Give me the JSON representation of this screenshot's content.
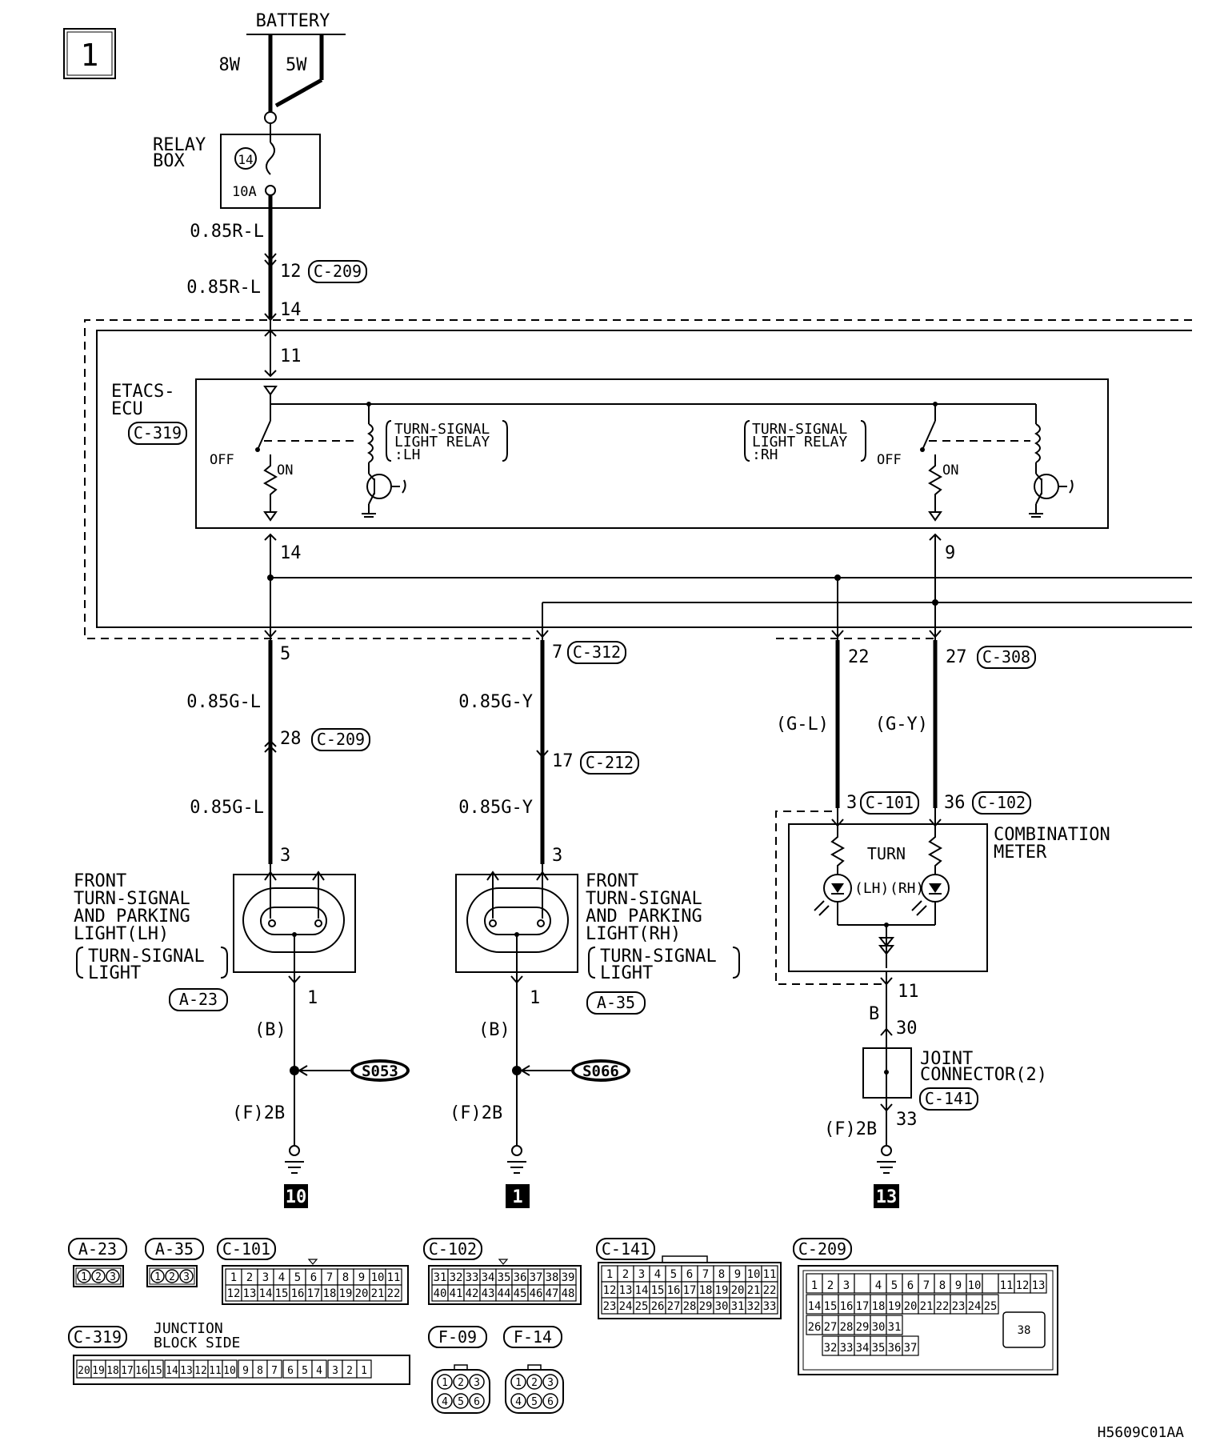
{
  "page_number": "1",
  "figure_code": "H5609C01AA",
  "power": {
    "battery": "BATTERY",
    "fusible_links": [
      "8W",
      "5W"
    ],
    "relay_box": [
      "RELAY",
      "BOX"
    ],
    "fuse_number": "14",
    "fuse_rating": "10A",
    "wire_top": "0.85R-L",
    "wire_bottom": "0.85R-L",
    "pin_a": "12",
    "connector_a": "C-209",
    "pin_b": "14",
    "pin_c": "11"
  },
  "etacs": {
    "name": [
      "ETACS-",
      "ECU"
    ],
    "connector": "C-319",
    "relay_lh": [
      "TURN-SIGNAL",
      "LIGHT RELAY",
      ":LH"
    ],
    "relay_rh": [
      "TURN-SIGNAL",
      "LIGHT RELAY",
      ":RH"
    ],
    "off": "OFF",
    "on": "ON",
    "out_lh_pin": "14",
    "out_rh_pin": "9"
  },
  "lh_branch": {
    "pin_top": "5",
    "wire1": "0.85G-L",
    "pin_mid": "28",
    "connector_mid": "C-209",
    "wire2": "0.85G-L",
    "pin_lamp": "3",
    "lamp_name": [
      "FRONT",
      "TURN-SIGNAL",
      "AND PARKING",
      "LIGHT(LH)"
    ],
    "lamp_sub": [
      "TURN-SIGNAL",
      "LIGHT"
    ],
    "connector": "A-23",
    "pin_ground": "1",
    "ground_wire_color": "(B)",
    "splice": "S053",
    "ground_wire": "(F)2B",
    "ground_point": "10"
  },
  "rh_branch": {
    "pin_top": "7",
    "connector_top": "C-312",
    "wire1": "0.85G-Y",
    "pin_mid": "17",
    "connector_mid": "C-212",
    "wire2": "0.85G-Y",
    "pin_lamp": "3",
    "lamp_name": [
      "FRONT",
      "TURN-SIGNAL",
      "AND PARKING",
      "LIGHT(RH)"
    ],
    "lamp_sub": [
      "TURN-SIGNAL",
      "LIGHT"
    ],
    "connector": "A-35",
    "pin_ground": "1",
    "ground_wire_color": "(B)",
    "splice": "S066",
    "ground_wire": "(F)2B",
    "ground_point": "1"
  },
  "meter": {
    "pin_lh_top": "22",
    "pin_rh_top": "27",
    "connector_top": "C-308",
    "wire_lh": "(G-L)",
    "wire_rh": "(G-Y)",
    "pin_lh_in": "3",
    "connector_lh": "C-101",
    "pin_rh_in": "36",
    "connector_rh": "C-102",
    "name": [
      "COMBINATION",
      "METER"
    ],
    "turn_label": "TURN",
    "lh_label": "(LH)",
    "rh_label": "(RH)",
    "pin_out": "11",
    "wire_out": "B",
    "pin_joint_in": "30",
    "joint_name": [
      "JOINT",
      "CONNECTOR(2)"
    ],
    "joint_connector": "C-141",
    "pin_joint_out": "33",
    "ground_wire": "(F)2B",
    "ground_point": "13"
  },
  "connectors": {
    "a23": {
      "label": "A-23",
      "pins": [
        "1",
        "2",
        "3"
      ]
    },
    "a35": {
      "label": "A-35",
      "pins": [
        "1",
        "2",
        "3"
      ]
    },
    "c101": {
      "label": "C-101",
      "row1": [
        "1",
        "2",
        "3",
        "4",
        "5",
        "6",
        "7",
        "8",
        "9",
        "10",
        "11"
      ],
      "row2": [
        "12",
        "13",
        "14",
        "15",
        "16",
        "17",
        "18",
        "19",
        "20",
        "21",
        "22"
      ]
    },
    "c102": {
      "label": "C-102",
      "row1": [
        "31",
        "32",
        "33",
        "34",
        "35",
        "36",
        "37",
        "38",
        "39"
      ],
      "row2": [
        "40",
        "41",
        "42",
        "43",
        "44",
        "45",
        "46",
        "47",
        "48"
      ]
    },
    "c141": {
      "label": "C-141",
      "row1": [
        "1",
        "2",
        "3",
        "4",
        "5",
        "6",
        "7",
        "8",
        "9",
        "10",
        "11"
      ],
      "row2": [
        "12",
        "13",
        "14",
        "15",
        "16",
        "17",
        "18",
        "19",
        "20",
        "21",
        "22"
      ],
      "row3": [
        "23",
        "24",
        "25",
        "26",
        "27",
        "28",
        "29",
        "30",
        "31",
        "32",
        "33"
      ]
    },
    "c209": {
      "label": "C-209",
      "row1": [
        "1",
        "2",
        "3",
        "",
        "4",
        "5",
        "6",
        "7",
        "8",
        "9",
        "10",
        "",
        "11",
        "12",
        "13"
      ],
      "row2": [
        "14",
        "15",
        "16",
        "17",
        "18",
        "19",
        "20",
        "21",
        "22",
        "23",
        "24",
        "25"
      ],
      "row3": [
        "26",
        "27",
        "28",
        "29",
        "30",
        "31"
      ],
      "row4": [
        "32",
        "33",
        "34",
        "35",
        "36",
        "37"
      ],
      "big": "38"
    },
    "c319": {
      "label": "C-319",
      "caption": [
        "JUNCTION",
        "BLOCK SIDE"
      ],
      "pins": [
        "20",
        "19",
        "18",
        "17",
        "16",
        "15",
        "14",
        "13",
        "12",
        "11",
        "10",
        "9",
        "8",
        "7",
        "6",
        "5",
        "4",
        "3",
        "2",
        "1"
      ]
    },
    "f09": {
      "label": "F-09",
      "row1": [
        "1",
        "2",
        "3"
      ],
      "row2": [
        "4",
        "5",
        "6"
      ]
    },
    "f14": {
      "label": "F-14",
      "row1": [
        "1",
        "2",
        "3"
      ],
      "row2": [
        "4",
        "5",
        "6"
      ]
    }
  }
}
